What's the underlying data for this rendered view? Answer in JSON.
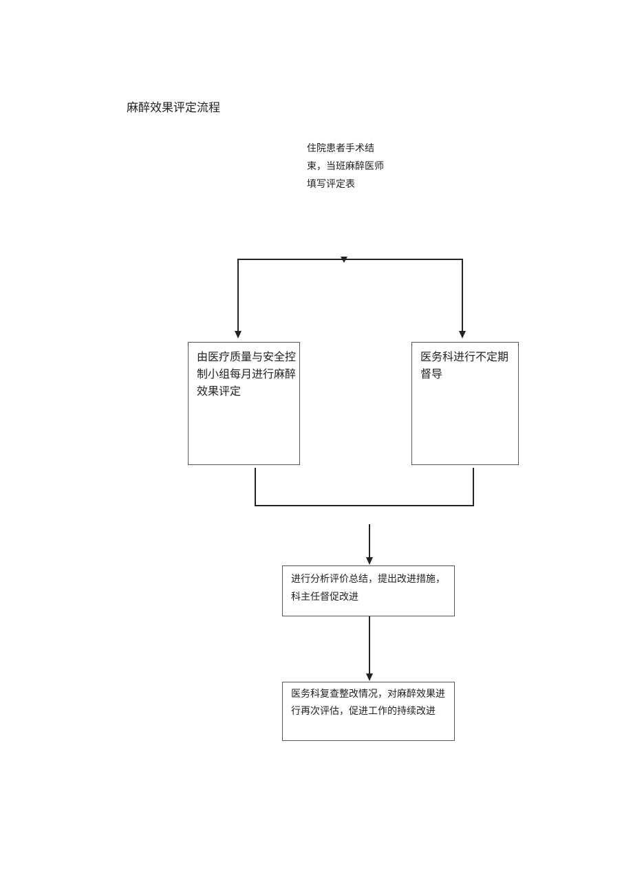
{
  "title": "麻醉效果评定流程",
  "nodes": {
    "start": "住院患者手术结束，当班麻醉医师填写评定表",
    "quality_group": "由医疗质量与安全控制小组每月进行麻醉效果评定",
    "medical_affairs": "医务科进行不定期督导",
    "analysis": "进行分析评价总结，提出改进措施，科主任督促改进",
    "review": "医务科复查整改情况，对麻醉效果进行再次评估，促进工作的持续改进"
  },
  "colors": {
    "line": "#222222",
    "box_border": "#555555",
    "text": "#222222"
  }
}
